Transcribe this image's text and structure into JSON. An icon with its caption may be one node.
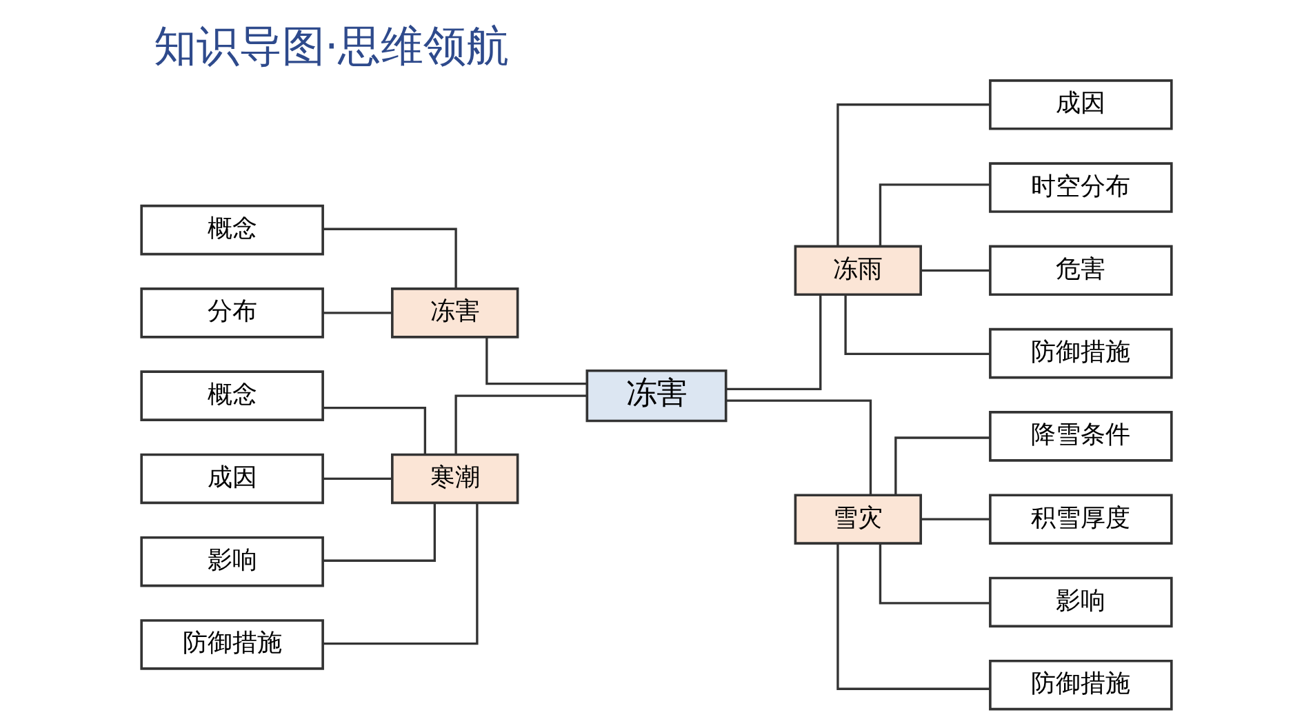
{
  "diagram": {
    "title": "知识导图·思维领航",
    "nodes": [
      {
        "text": [
          "冻害"
        ]
      },
      {
        "text": [
          "冻害"
        ]
      },
      {
        "text": [
          "寒潮"
        ]
      },
      {
        "text": [
          "冻雨"
        ]
      },
      {
        "text": [
          "雪灾"
        ]
      },
      {
        "text": [
          "概念"
        ]
      },
      {
        "text": [
          "分布"
        ]
      },
      {
        "text": [
          "概念"
        ]
      },
      {
        "text": [
          "成因"
        ]
      },
      {
        "text": [
          "影响"
        ]
      },
      {
        "text": [
          "防御措施"
        ]
      },
      {
        "text": [
          "成因"
        ]
      },
      {
        "text": [
          "时空分布"
        ]
      },
      {
        "text": [
          "危害"
        ]
      },
      {
        "text": [
          "防御措施"
        ]
      },
      {
        "text": [
          "降雪条件"
        ]
      },
      {
        "text": [
          "积雪厚度"
        ]
      },
      {
        "text": [
          "影响"
        ]
      },
      {
        "text": [
          "防御措施"
        ]
      }
    ],
    "edges": [
      {
        "from": 5,
        "to": 1,
        "arrow": "none"
      },
      {
        "from": 6,
        "to": 1,
        "arrow": "none"
      },
      {
        "from": 7,
        "to": 2,
        "arrow": "none"
      },
      {
        "from": 8,
        "to": 2,
        "arrow": "none"
      },
      {
        "from": 9,
        "to": 2,
        "arrow": "none"
      },
      {
        "from": 10,
        "to": 2,
        "arrow": "none"
      },
      {
        "from": 1,
        "to": 0,
        "arrow": "none"
      },
      {
        "from": 2,
        "to": 0,
        "arrow": "none"
      },
      {
        "from": 0,
        "to": 3,
        "arrow": "none"
      },
      {
        "from": 0,
        "to": 4,
        "arrow": "none"
      },
      {
        "from": 3,
        "to": 11,
        "arrow": "none"
      },
      {
        "from": 3,
        "to": 12,
        "arrow": "none"
      },
      {
        "from": 3,
        "to": 13,
        "arrow": "none"
      },
      {
        "from": 3,
        "to": 14,
        "arrow": "none"
      },
      {
        "from": 4,
        "to": 15,
        "arrow": "none"
      },
      {
        "from": 4,
        "to": 16,
        "arrow": "none"
      },
      {
        "from": 4,
        "to": 17,
        "arrow": "none"
      },
      {
        "from": 4,
        "to": 18,
        "arrow": "none"
      }
    ]
  }
}
